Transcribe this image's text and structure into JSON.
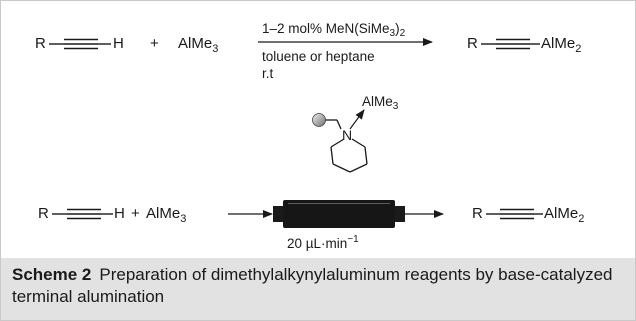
{
  "top_reaction": {
    "reactant_r": "R",
    "reactant_h": "H",
    "plus": "+",
    "reagent": "AlMe",
    "reagent_sub": "3",
    "catalyst_prefix": "1–2 mol% MeN(SiMe",
    "catalyst_sub": "3",
    "catalyst_suffix": ")",
    "catalyst_sub2": "2",
    "solvent": "toluene or heptane",
    "temperature": "r.t",
    "product_r": "R",
    "product_al": "AlMe",
    "product_sub": "2"
  },
  "bottom_reaction": {
    "reactant_r": "R",
    "reactant_h": "H",
    "plus": "+",
    "reagent": "AlMe",
    "reagent_sub": "3",
    "resin_n": "N",
    "resin_complex": "AlMe",
    "resin_complex_sub": "3",
    "flow_rate_prefix": "20 µL·min",
    "flow_rate_sup": "−1",
    "product_r": "R",
    "product_al": "AlMe",
    "product_sub": "2"
  },
  "caption": {
    "label": "Scheme 2",
    "text": "Preparation of dimethylalkynylaluminum reagents by base-catalyzed terminal alumination"
  }
}
